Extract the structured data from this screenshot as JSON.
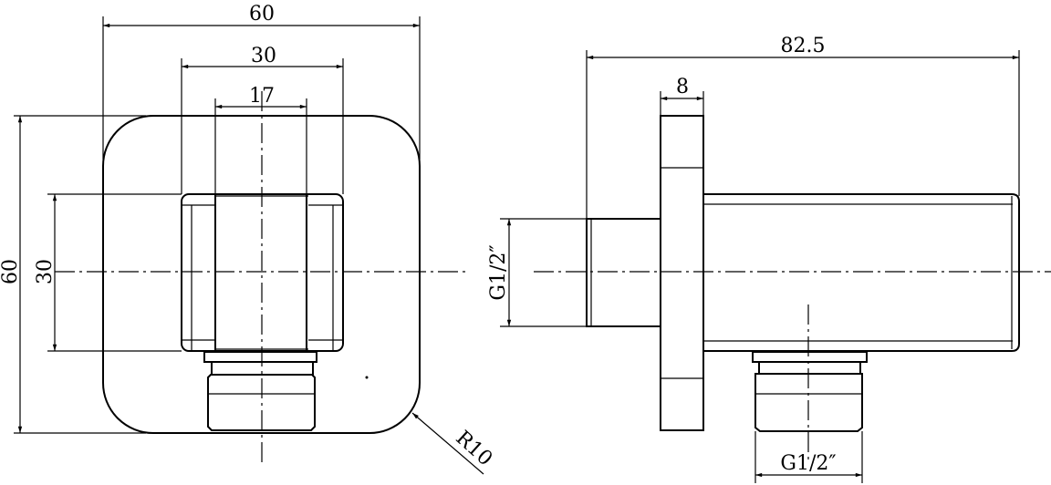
{
  "front_view": {
    "overall_width": "60",
    "body_width": "30",
    "inner_width": "17",
    "overall_height": "60",
    "body_height": "30",
    "corner_radius": "R10"
  },
  "side_view": {
    "overall_depth": "82.5",
    "plate_thickness": "8",
    "inlet_thread": "G1/2″",
    "outlet_thread": "G1/2″"
  }
}
